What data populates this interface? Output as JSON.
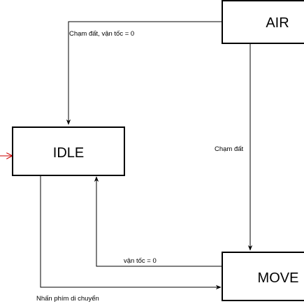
{
  "states": {
    "air": "AIR",
    "idle": "IDLE",
    "move": "MOVE"
  },
  "transitions": {
    "air_to_idle": "Chạm đất, vận tốc = 0",
    "air_to_move": "Chạm đất",
    "move_to_idle": "vận tốc = 0",
    "idle_to_move": "Nhấn phím di chuyển"
  },
  "colors": {
    "stroke": "#000000",
    "initial_arrow": "#cc0000",
    "background": "#ffffff"
  }
}
